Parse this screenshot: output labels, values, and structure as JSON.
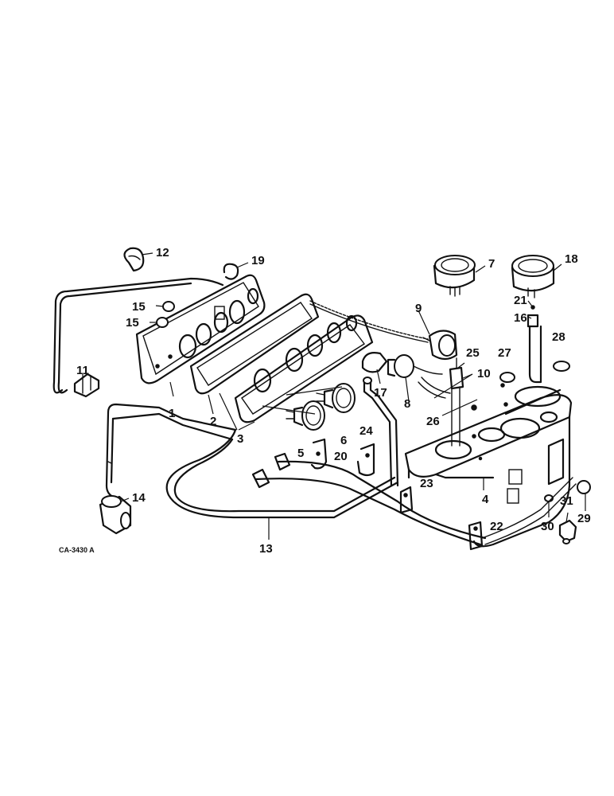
{
  "figure_code": "CA-3430 A",
  "callouts": [
    "1",
    "2",
    "3",
    "4",
    "5",
    "6",
    "7",
    "8",
    "9",
    "10",
    "11",
    "12",
    "13",
    "14",
    "15",
    "15",
    "16",
    "17",
    "18",
    "19",
    "20",
    "21",
    "22",
    "23",
    "24",
    "25",
    "26",
    "27",
    "28",
    "29",
    "30",
    "31"
  ]
}
